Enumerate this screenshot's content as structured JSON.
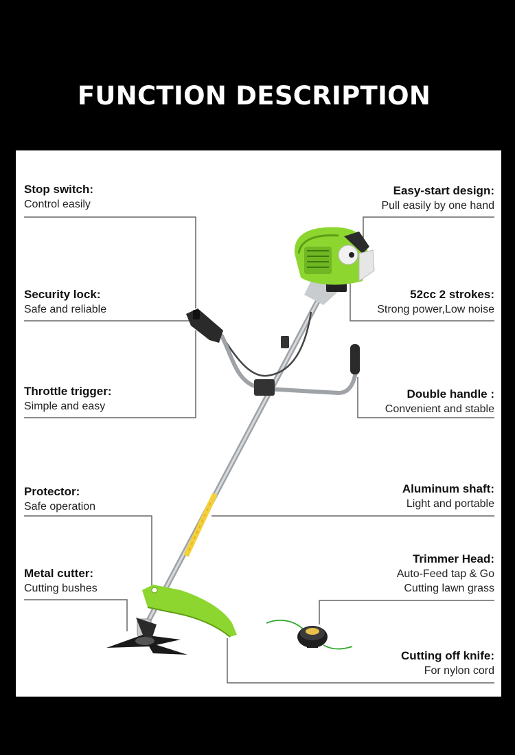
{
  "header": {
    "title": "FUNCTION DESCRIPTION"
  },
  "features": {
    "stop_switch": {
      "title": "Stop switch:",
      "desc": "Control easily"
    },
    "security_lock": {
      "title": "Security lock:",
      "desc": "Safe and reliable"
    },
    "throttle_trigger": {
      "title": "Throttle trigger:",
      "desc": "Simple and easy"
    },
    "protector": {
      "title": "Protector:",
      "desc": "Safe operation"
    },
    "metal_cutter": {
      "title": "Metal cutter:",
      "desc": "Cutting bushes"
    },
    "easy_start": {
      "title": "Easy-start design:",
      "desc": "Pull easily by one hand"
    },
    "engine": {
      "title": "52cc 2 strokes:",
      "desc": "Strong power,Low noise"
    },
    "double_handle": {
      "title": "Double handle :",
      "desc": "Convenient and stable"
    },
    "aluminum_shaft": {
      "title": "Aluminum shaft:",
      "desc": "Light and portable"
    },
    "trimmer_head": {
      "title": "Trimmer Head:",
      "desc_lines": [
        "Auto-Feed tap & Go",
        "Cutting lawn grass"
      ]
    },
    "cutting_knife": {
      "title": "Cutting off knife:",
      "desc": "For nylon cord"
    }
  },
  "colors": {
    "background": "#000000",
    "panel": "#ffffff",
    "accent_green": "#8dd630",
    "leader_line": "#666666"
  },
  "icons": [
    "brush-cutter-illustration",
    "trimmer-head-icon",
    "metal-blade-icon"
  ]
}
